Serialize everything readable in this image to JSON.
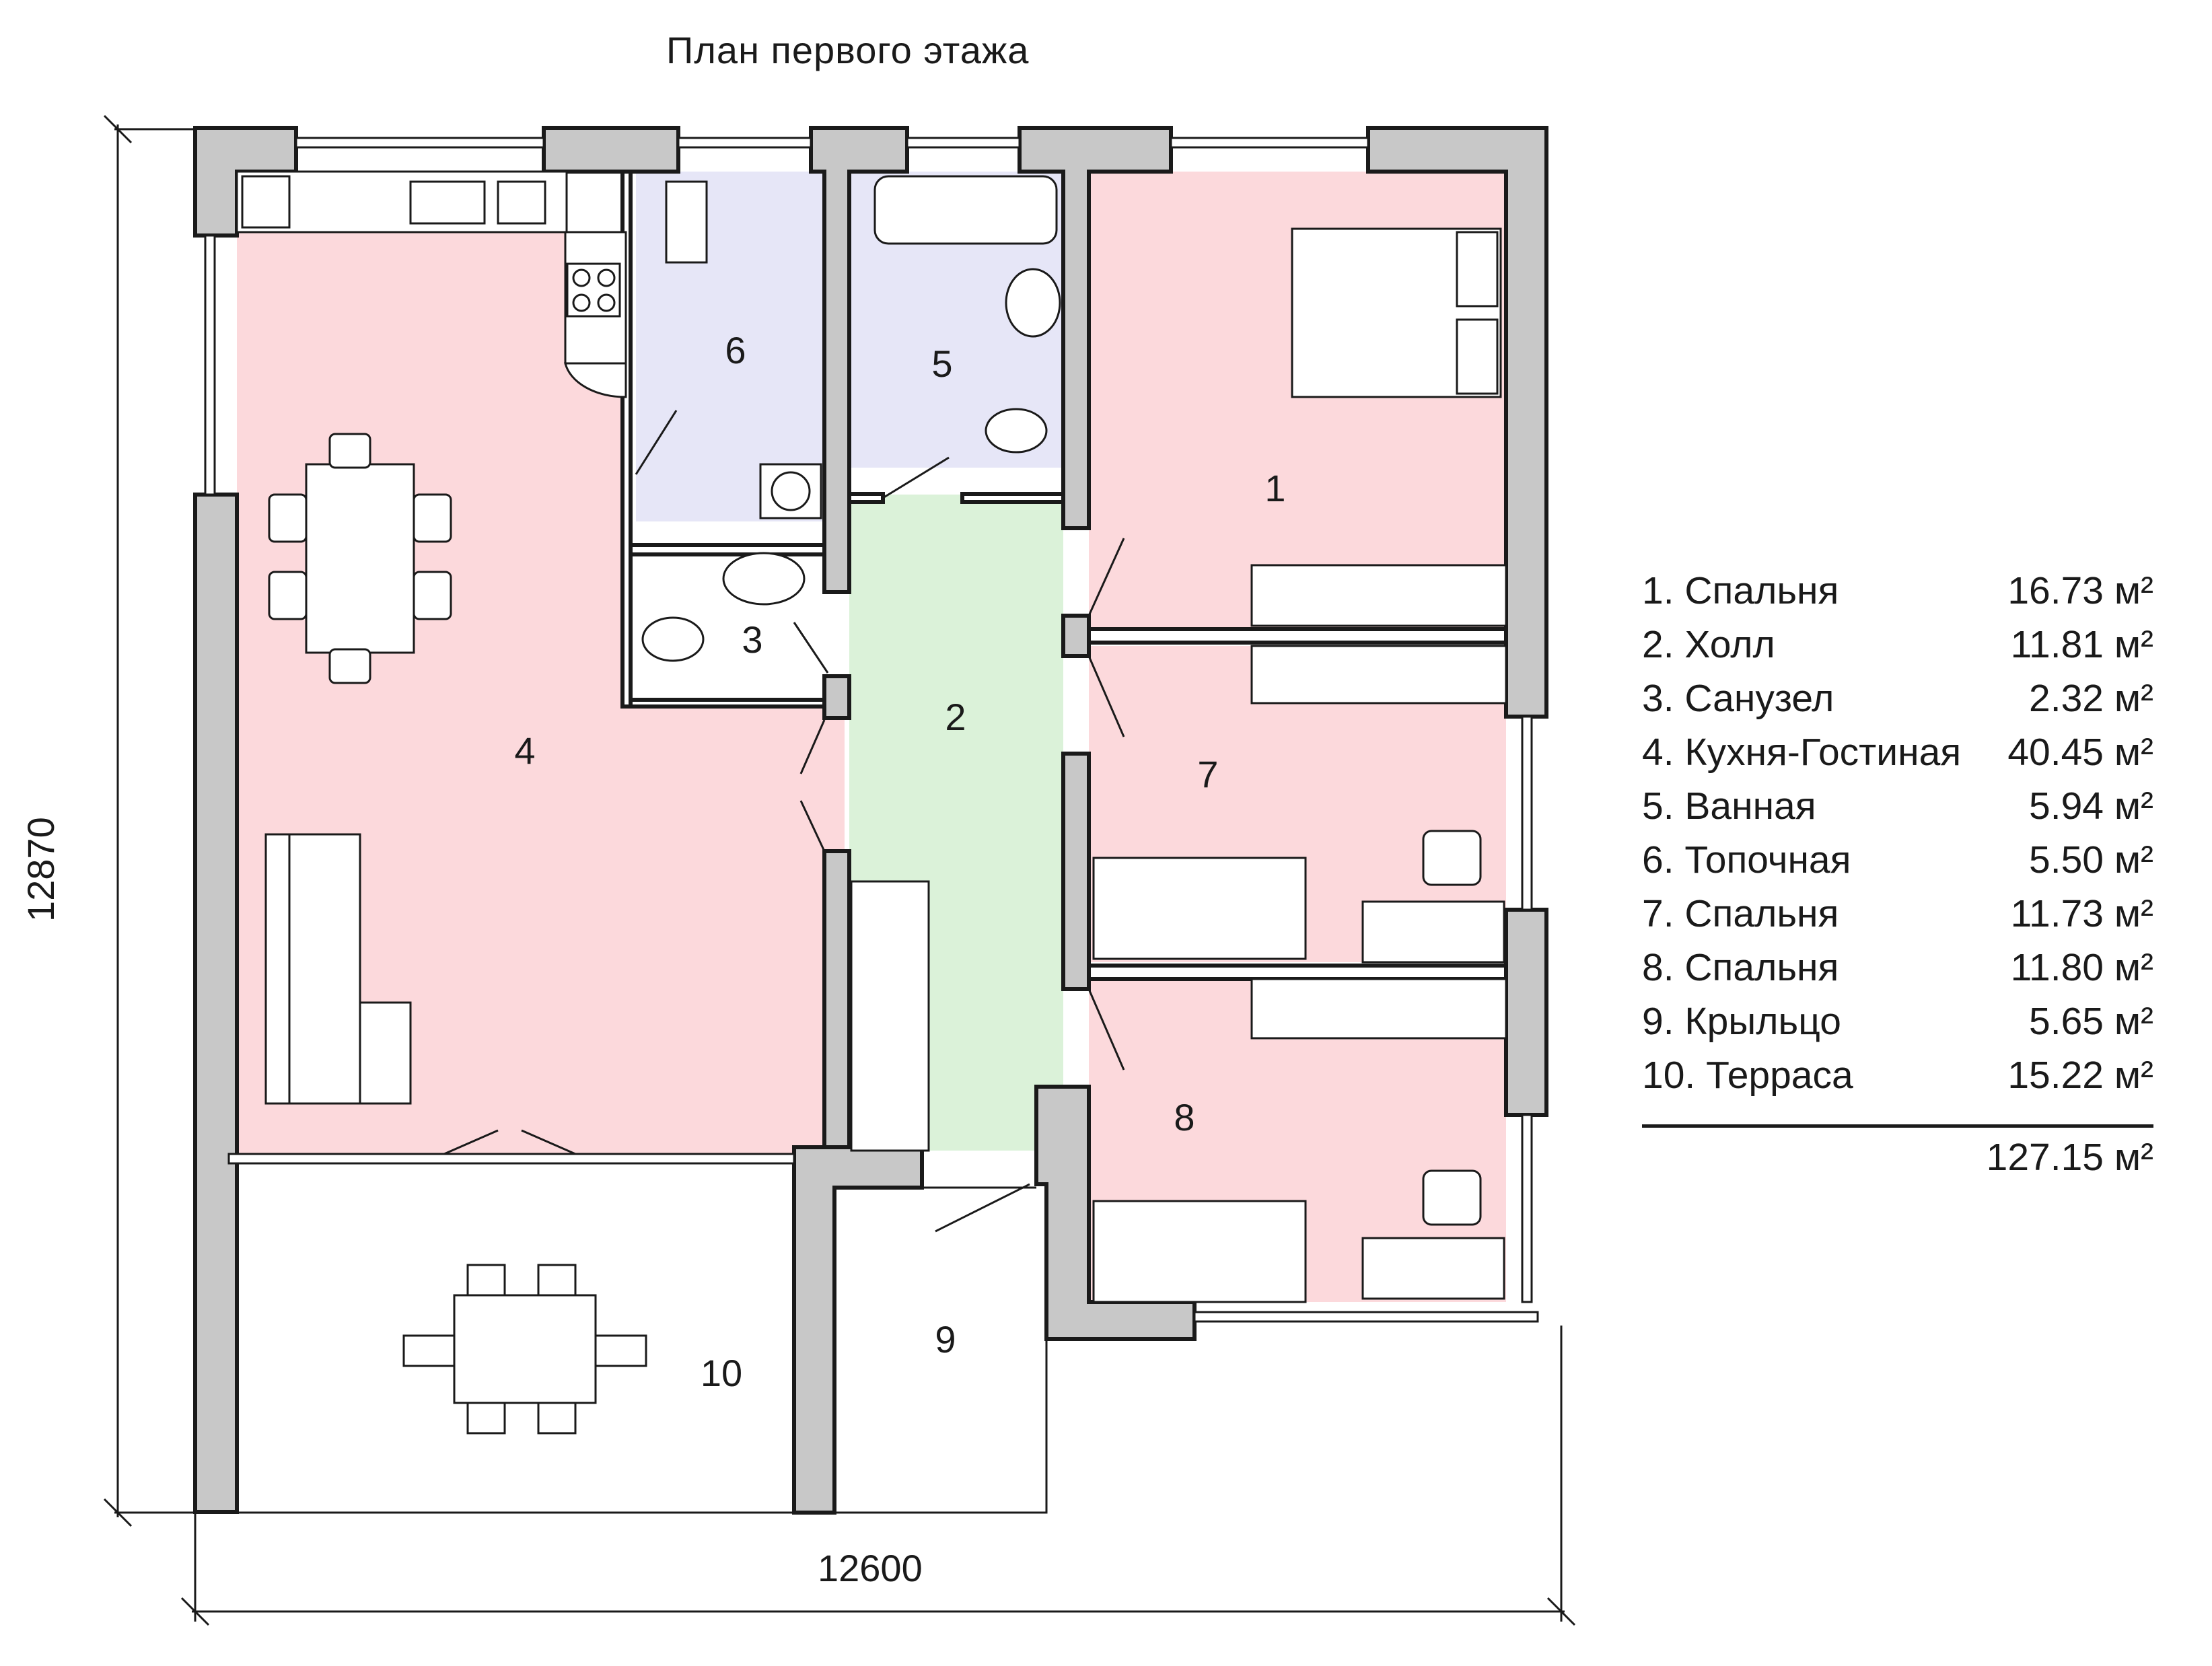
{
  "title": "План первого этажа",
  "dimensions": {
    "width": "12600",
    "height": "12870"
  },
  "rooms": [
    {
      "num": "1",
      "name": "Спальня",
      "area": "16.73 м²"
    },
    {
      "num": "2",
      "name": "Холл",
      "area": "11.81 м²"
    },
    {
      "num": "3",
      "name": "Санузел",
      "area": "2.32 м²"
    },
    {
      "num": "4",
      "name": "Кухня-Гостиная",
      "area": "40.45 м²"
    },
    {
      "num": "5",
      "name": "Ванная",
      "area": "5.94 м²"
    },
    {
      "num": "6",
      "name": "Топочная",
      "area": "5.50 м²"
    },
    {
      "num": "7",
      "name": "Спальня",
      "area": "11.73 м²"
    },
    {
      "num": "8",
      "name": "Спальня",
      "area": "11.80 м²"
    },
    {
      "num": "9",
      "name": "Крыльцо",
      "area": "5.65 м²"
    },
    {
      "num": "10",
      "name": "Терраса",
      "area": "15.22 м²"
    }
  ],
  "legend": [
    {
      "label": "1. Спальня",
      "area": "16.73 м²"
    },
    {
      "label": "2. Холл",
      "area": "11.81 м²"
    },
    {
      "label": "3. Санузел",
      "area": "2.32 м²"
    },
    {
      "label": "4. Кухня-Гостиная",
      "area": "40.45 м²"
    },
    {
      "label": "5. Ванная",
      "area": "5.94 м²"
    },
    {
      "label": "6. Топочная",
      "area": "5.50 м²"
    },
    {
      "label": "7. Спальня",
      "area": "11.73 м²"
    },
    {
      "label": "8. Спальня",
      "area": "11.80 м²"
    },
    {
      "label": "9. Крыльцо",
      "area": "5.65 м²"
    },
    {
      "label": "10. Терраса",
      "area": "15.22 м²"
    }
  ],
  "total_area": "127.15 м²",
  "colors": {
    "living": "#fcd9dc",
    "hall": "#dbf2d9",
    "utility": "#e6e6f7",
    "wall": "#c8c8c8",
    "wall_stroke": "#1a1a1a"
  }
}
